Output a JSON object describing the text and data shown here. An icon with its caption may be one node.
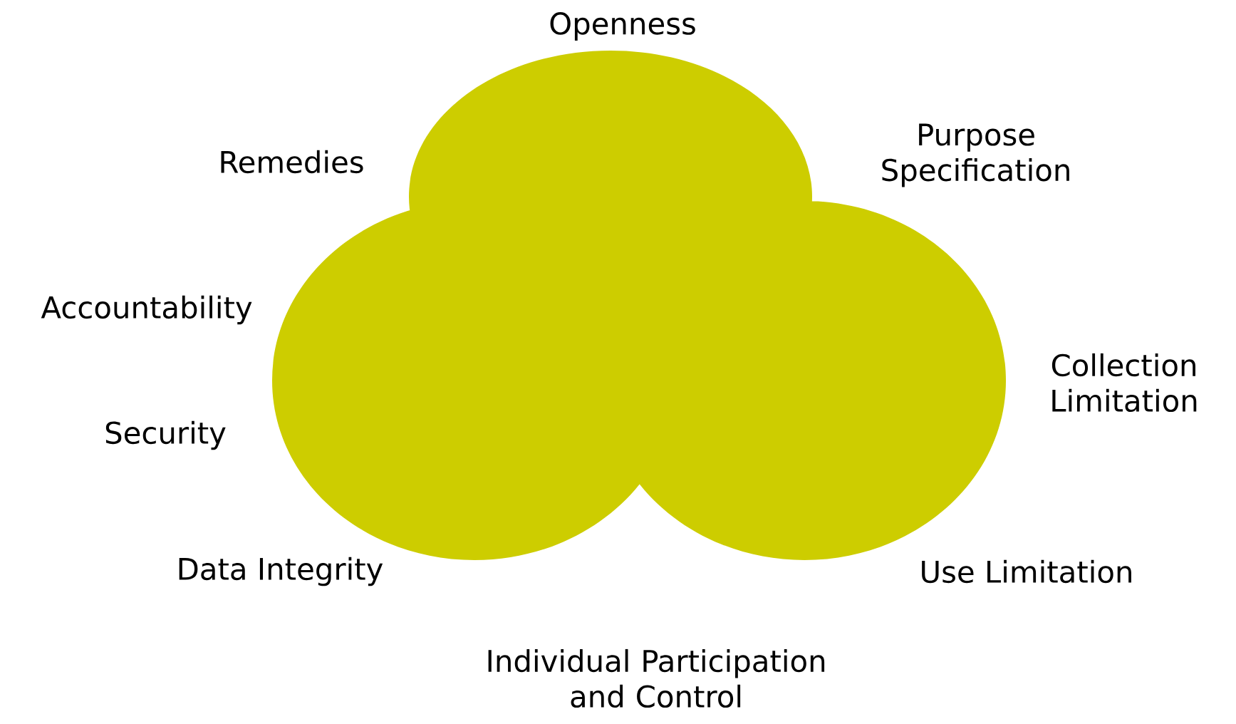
{
  "diagram": {
    "labels": [
      "Openness",
      "Remedies",
      "Purpose Specification",
      "Accountability",
      "Collection Limitation",
      "Security",
      "Data Integrity",
      "Use Limitation",
      "Individual Participation and Control"
    ]
  }
}
